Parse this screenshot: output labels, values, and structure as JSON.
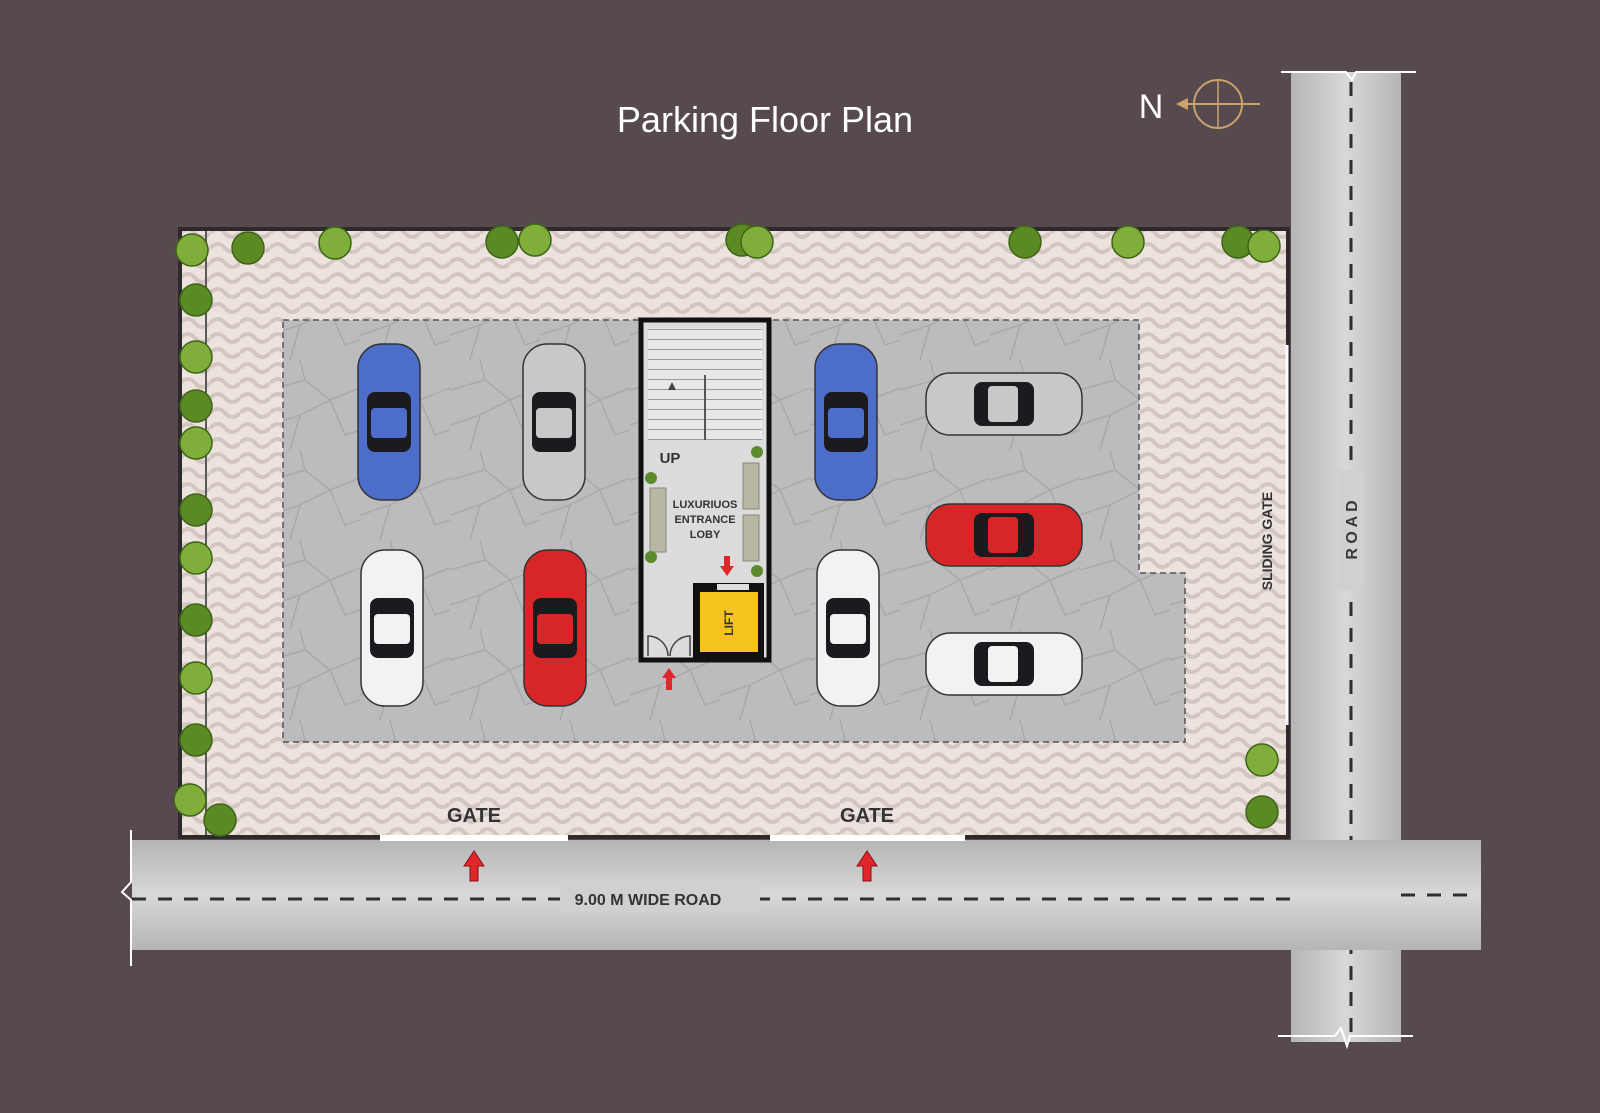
{
  "title": "Parking Floor Plan",
  "north_label": "N",
  "labels": {
    "up": "UP",
    "lobby_line1": "LUXURIUOS",
    "lobby_line2": "ENTRANCE",
    "lobby_line3": "LOBY",
    "lift": "LIFT",
    "sliding_gate": "SLIDING GATE",
    "gate_left": "GATE",
    "gate_right": "GATE",
    "main_road": "9.00 M WIDE ROAD",
    "side_road": "R O A D"
  },
  "colors": {
    "background": "#574a4f",
    "road": "#c9c9c9",
    "paving": "#ece3de",
    "parking_floor": "#b9b9bb",
    "lift": "#f6c21e",
    "arrow": "#e0262b",
    "compass": "#c9a36a"
  },
  "cars": [
    {
      "color": "blue",
      "orientation": "vertical"
    },
    {
      "color": "silver",
      "orientation": "vertical"
    },
    {
      "color": "blue",
      "orientation": "vertical"
    },
    {
      "color": "silver",
      "orientation": "horizontal"
    },
    {
      "color": "white",
      "orientation": "vertical"
    },
    {
      "color": "red",
      "orientation": "vertical"
    },
    {
      "color": "white",
      "orientation": "vertical"
    },
    {
      "color": "red",
      "orientation": "horizontal"
    },
    {
      "color": "white",
      "orientation": "horizontal"
    }
  ]
}
